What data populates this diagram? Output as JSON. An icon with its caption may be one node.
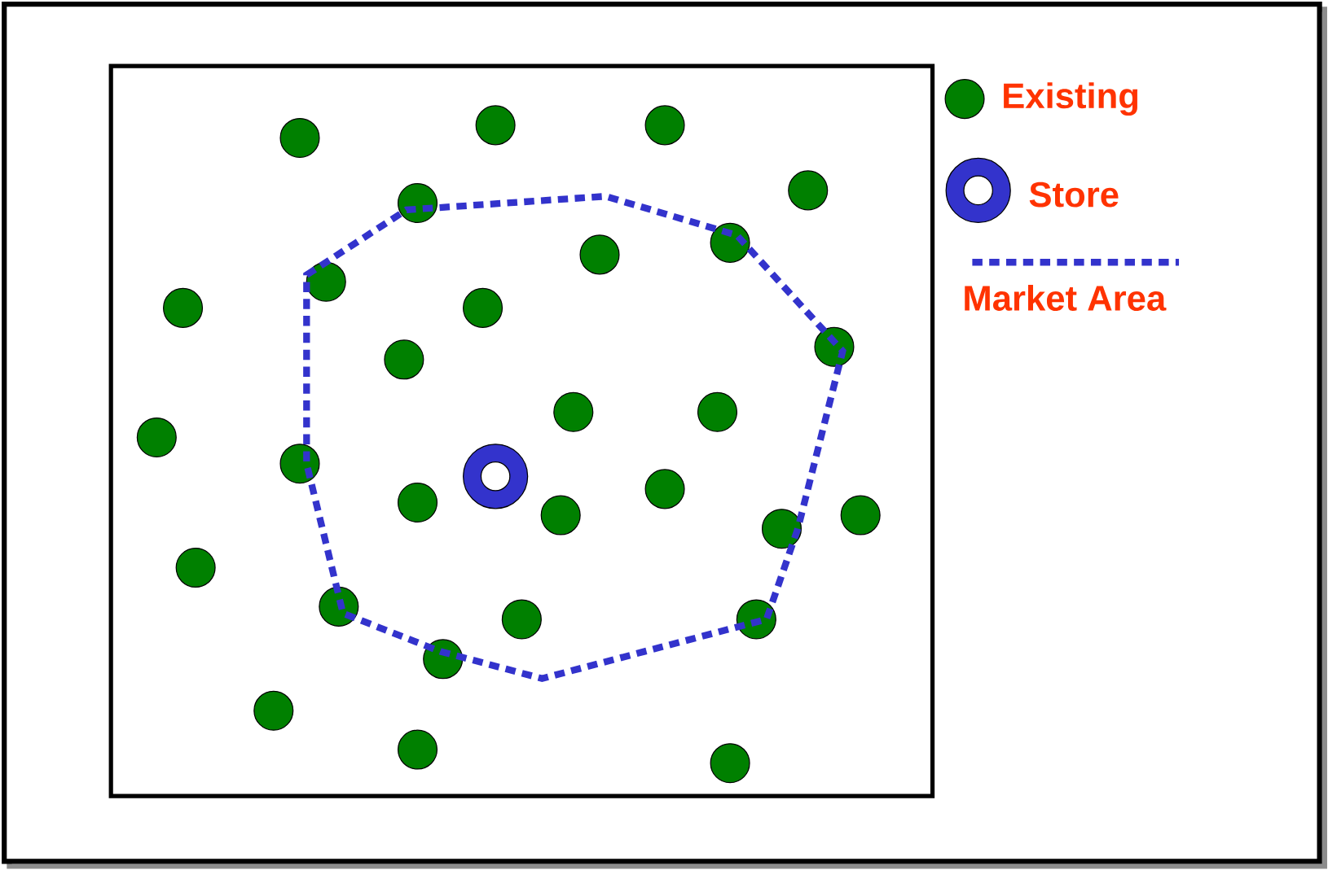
{
  "diagram": {
    "legend": [
      {
        "text": "Existing",
        "color": "#008000"
      },
      {
        "text": "Store"
      },
      {
        "text": "Market Area"
      }
    ]
  }
}
